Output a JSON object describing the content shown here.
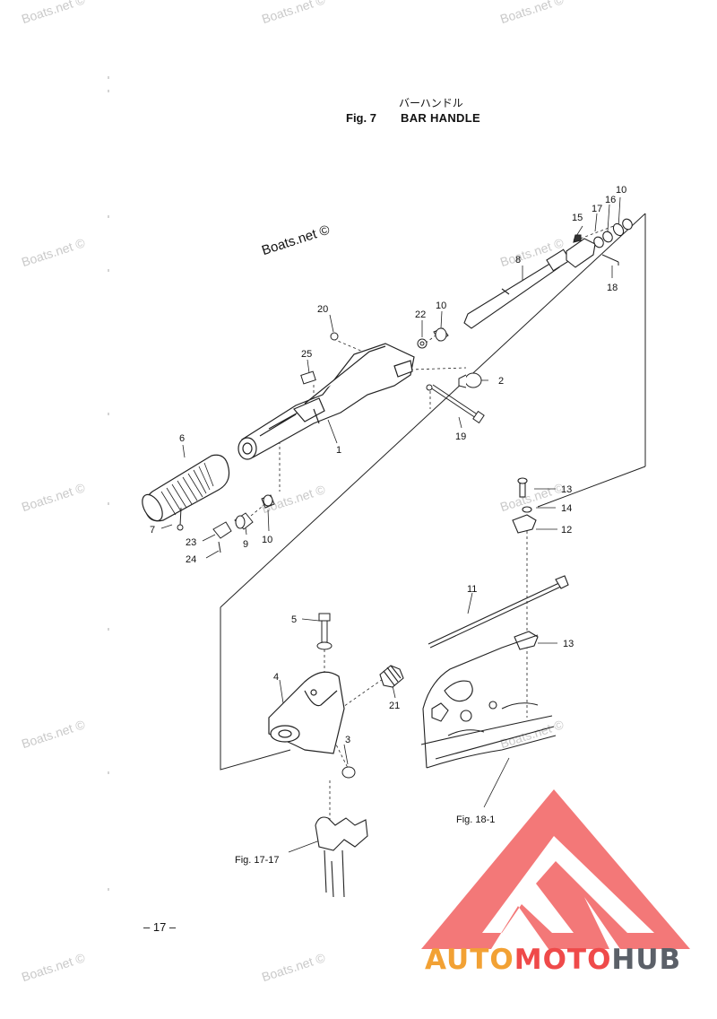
{
  "header": {
    "title_jp": "バーハンドル",
    "fig_label": "Fig. 7",
    "title": "BAR HANDLE"
  },
  "watermark": {
    "text": "Boats.net ©",
    "main_text": "Boats.net ©"
  },
  "callouts": [
    "10",
    "16",
    "17",
    "15",
    "8",
    "18",
    "20",
    "22",
    "10",
    "25",
    "2",
    "6",
    "1",
    "19",
    "7",
    "23",
    "24",
    "9",
    "10",
    "13",
    "14",
    "12",
    "11",
    "5",
    "13",
    "4",
    "21",
    "3"
  ],
  "references": {
    "fig_18_1": "Fig. 18-1",
    "fig_17_17": "Fig. 17-17"
  },
  "footer": {
    "page_number": "– 17 –"
  },
  "logo": {
    "part_a": "AUTO",
    "part_b": "MOTO",
    "part_c": "HUB",
    "colors": {
      "triangle": "#f26d6d",
      "auto": "#f2a134",
      "moto": "#ef4a4a",
      "hub": "#5b6068"
    }
  }
}
